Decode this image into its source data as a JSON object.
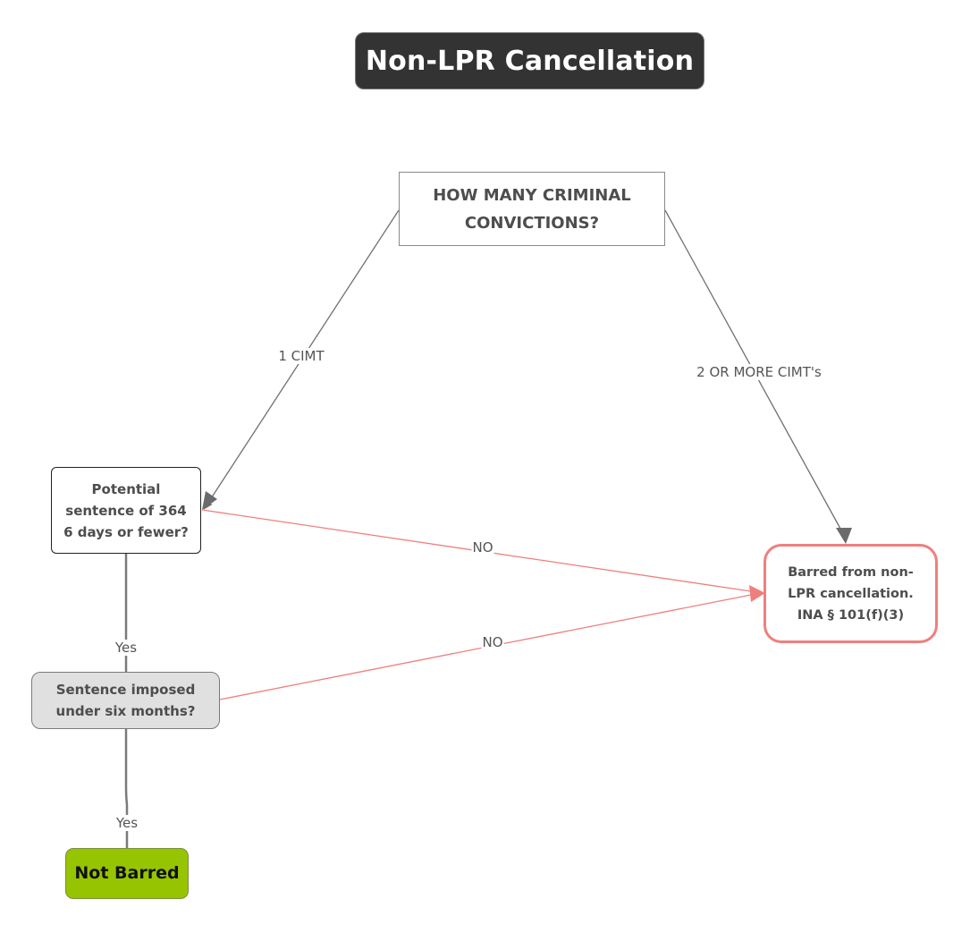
{
  "title": "Non-LPR Cancellation",
  "nodes": {
    "main_question": "HOW MANY CRIMINAL CONVICTIONS?",
    "sentence_question": "Potential sentence of 364 6 days or fewer?",
    "imposed_question": "Sentence imposed under six months?",
    "barred_result": "Barred from non-LPR cancellation. INA § 101(f)(3)",
    "not_barred_result": "Not Barred"
  },
  "edges": {
    "one_cimt": "1 CIMT",
    "two_or_more": "2 OR MORE CIMT's",
    "no_from_sentence": "NO",
    "no_from_imposed": "NO",
    "yes_to_imposed": "Yes",
    "yes_to_not_barred": "Yes"
  },
  "colors": {
    "title_bg": "#333333",
    "negative_edge": "#ef7f7f",
    "default_edge": "#707070",
    "not_barred_fill": "#97c400",
    "imposed_fill": "#e0e0e0"
  }
}
